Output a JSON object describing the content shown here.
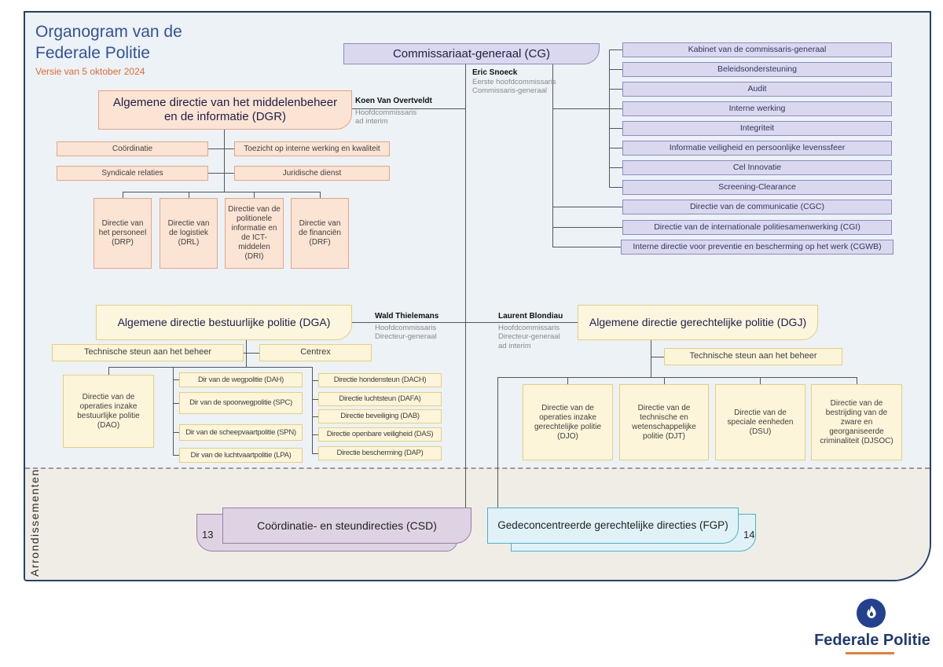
{
  "header": {
    "title_line1": "Organogram van de",
    "title_line2": "Federale Politie",
    "version": "Versie van 5 oktober 2024"
  },
  "cg": {
    "label": "Commissariaat-generaal (CG)",
    "person_name": "Eric Snoeck",
    "person_title1": "Eerste hoofdcommissaris",
    "person_title2": "Commissaris-generaal",
    "units": [
      "Kabinet van de commissaris-generaal",
      "Beleidsondersteuning",
      "Audit",
      "Interne werking",
      "Integriteit",
      "Informatie veiligheid en persoonlijke levenssfeer",
      "Cel Innovatie",
      "Screening-Clearance",
      "Directie van de communicatie (CGC)",
      "Directie van de internationale politiesamenwerking (CGI)",
      "Interne directie voor preventie en bescherming op het werk (CGWB)"
    ]
  },
  "dgr": {
    "label": "Algemene directie van het middelenbeheer en de informatie (DGR)",
    "person_name": "Koen Van Overtveldt",
    "person_title1": "Hoofdcommissaris",
    "person_title2": "ad interim",
    "staff": [
      "Coördinatie",
      "Toezicht op interne werking en kwaliteit",
      "Syndicale relaties",
      "Juridische dienst"
    ],
    "directies": [
      "Directie van het personeel (DRP)",
      "Directie van de logistiek (DRL)",
      "Directie van de politionele informatie en de ICT-middelen (DRI)",
      "Directie van de financiën (DRF)"
    ]
  },
  "dga": {
    "label": "Algemene directie bestuurlijke politie (DGA)",
    "person_name": "Wald Thielemans",
    "person_title1": "Hoofdcommissaris",
    "person_title2": "Directeur-generaal",
    "staff": [
      "Technische steun aan het beheer",
      "Centrex"
    ],
    "dao": "Directie van de operaties inzake bestuurlijke politie (DAO)",
    "dirs_left": [
      "Dir van de wegpolitie (DAH)",
      "Dir van de spoorwegpolitie (SPC)",
      "Dir van de scheepvaartpolitie (SPN)",
      "Dir van de luchtvaartpolitie (LPA)"
    ],
    "dirs_right": [
      "Directie hondensteun (DACH)",
      "Directie luchtsteun (DAFA)",
      "Directie beveiliging (DAB)",
      "Directie openbare veiligheid (DAS)",
      "Directie bescherming (DAP)"
    ]
  },
  "dgj": {
    "label": "Algemene directie gerechtelijke politie (DGJ)",
    "person_name": "Laurent Blondiau",
    "person_title1": "Hoofdcommissaris",
    "person_title2": "Directeur-generaal",
    "person_title3": "ad interim",
    "staff": "Technische steun aan het beheer",
    "directies": [
      "Directie van de operaties inzake gerechtelijke politie (DJO)",
      "Directie van de technische en wetenschappelijke politie (DJT)",
      "Directie van de speciale eenheden (DSU)",
      "Directie van de bestrijding van de zware en georganiseerde criminaliteit (DJSOC)"
    ]
  },
  "arrondissementen": {
    "label": "Arrondissementen",
    "csd_label": "Coördinatie- en steundirecties (CSD)",
    "csd_count": "13",
    "fgp_label": "Gedeconcentreerde gerechtelijke directies (FGP)",
    "fgp_count": "14"
  },
  "logo": {
    "text": "Federale Politie"
  },
  "colors": {
    "frame": "#27406e",
    "panel_top": "#ecf2f5",
    "panel_bottom": "#f0ede6",
    "lavender": "#d9d8ee",
    "lavender_border": "#8d8bc5",
    "peach": "#fce4d4",
    "peach_border": "#e9a287",
    "yellow": "#fdf5da",
    "yellow_border": "#e8cf79",
    "purple": "#ded3e3",
    "purple_border": "#9a7cab",
    "cyan": "#e0f2f8",
    "cyan_border": "#44b4ce",
    "title_blue": "#33519e",
    "version_orange": "#e06a35"
  }
}
